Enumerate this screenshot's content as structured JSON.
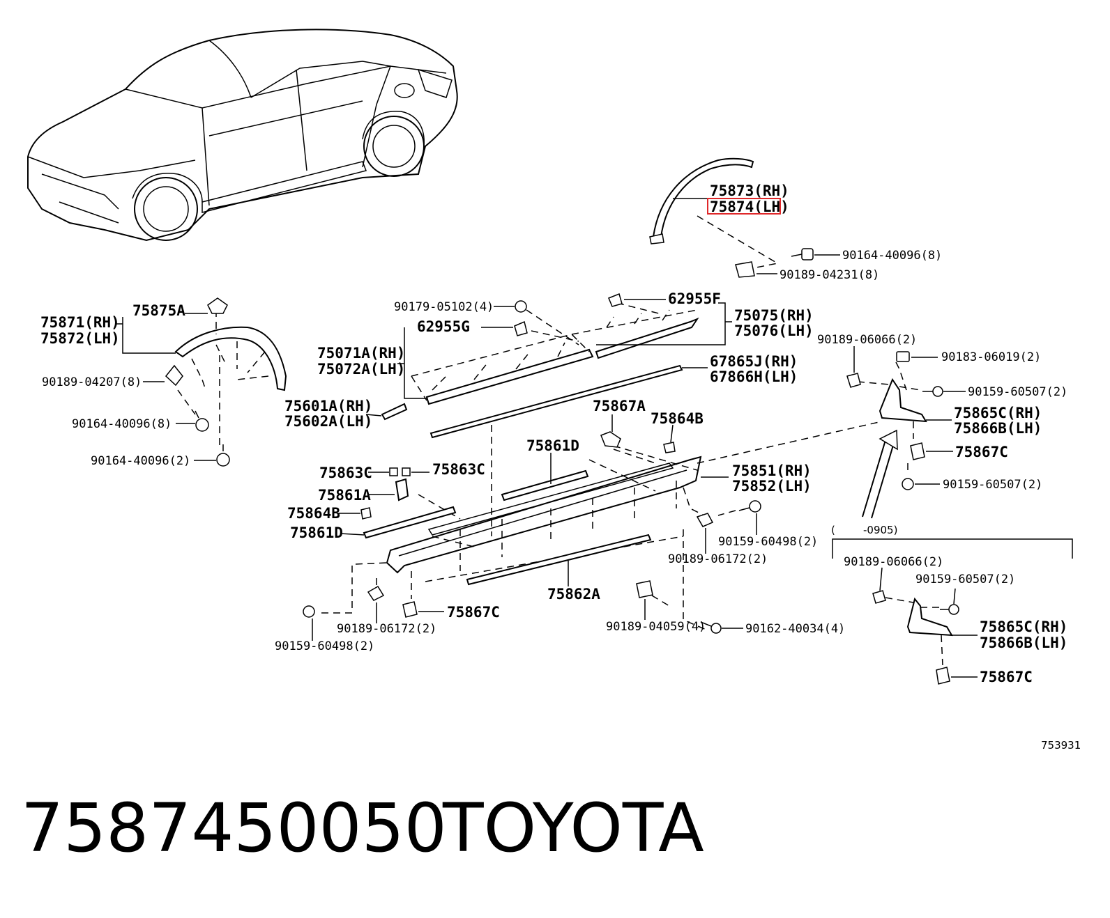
{
  "diagram_id": "753931",
  "footer": {
    "part_number": "7587450050",
    "brand": "TOYOTA"
  },
  "highlight_color": "#e0282a",
  "version_note": {
    "open": "(",
    "code": "-0905)"
  },
  "labels": {
    "p75873": "75873(RH)",
    "p75874": "75874(LH)",
    "s90164_8_top": "90164-40096(8)",
    "s90189_04231": "90189-04231(8)",
    "p75875A": "75875A",
    "p75871": "75871(RH)",
    "p75872": "75872(LH)",
    "c90189_04207": "90189-04207(8)",
    "s90164_8_left": "90164-40096(8)",
    "s90164_2_left": "90164-40096(2)",
    "c90179": "90179-05102(4)",
    "p62955F": "62955F",
    "p62955G": "62955G",
    "p75075": "75075(RH)",
    "p75076": "75076(LH)",
    "p75071A": "75071A(RH)",
    "p75072A": "75072A(LH)",
    "p67865J": "67865J(RH)",
    "p67866H": "67866H(LH)",
    "p75601A": "75601A(RH)",
    "p75602A": "75602A(LH)",
    "p75867A": "75867A",
    "p75864B_top": "75864B",
    "p75861D_top": "75861D",
    "p75863C_left": "75863C",
    "p75863C_right": "75863C",
    "p75861A": "75861A",
    "p75864B_left": "75864B",
    "p75861D_left": "75861D",
    "p75851": "75851(RH)",
    "p75852": "75852(LH)",
    "s90159_60498_mid": "90159-60498(2)",
    "c90189_06172_mid": "90189-06172(2)",
    "p75862A": "75862A",
    "p75867C_bottom": "75867C",
    "c90189_06172_bottom": "90189-06172(2)",
    "s90159_60498_bottom": "90159-60498(2)",
    "c90189_04059": "90189-04059(4)",
    "s90162_40034": "90162-40034(4)",
    "c90189_06066_r": "90189-06066(2)",
    "c90183_06019": "90183-06019(2)",
    "s90159_60507_r1": "90159-60507(2)",
    "p75865C_r": "75865C(RH)",
    "p75866B_r": "75866B(LH)",
    "p75867C_r": "75867C",
    "s90159_60507_r2": "90159-60507(2)",
    "c90189_06066_b": "90189-06066(2)",
    "s90159_60507_b": "90159-60507(2)",
    "p75865C_b": "75865C(RH)",
    "p75866B_b": "75866B(LH)",
    "p75867C_b": "75867C"
  }
}
